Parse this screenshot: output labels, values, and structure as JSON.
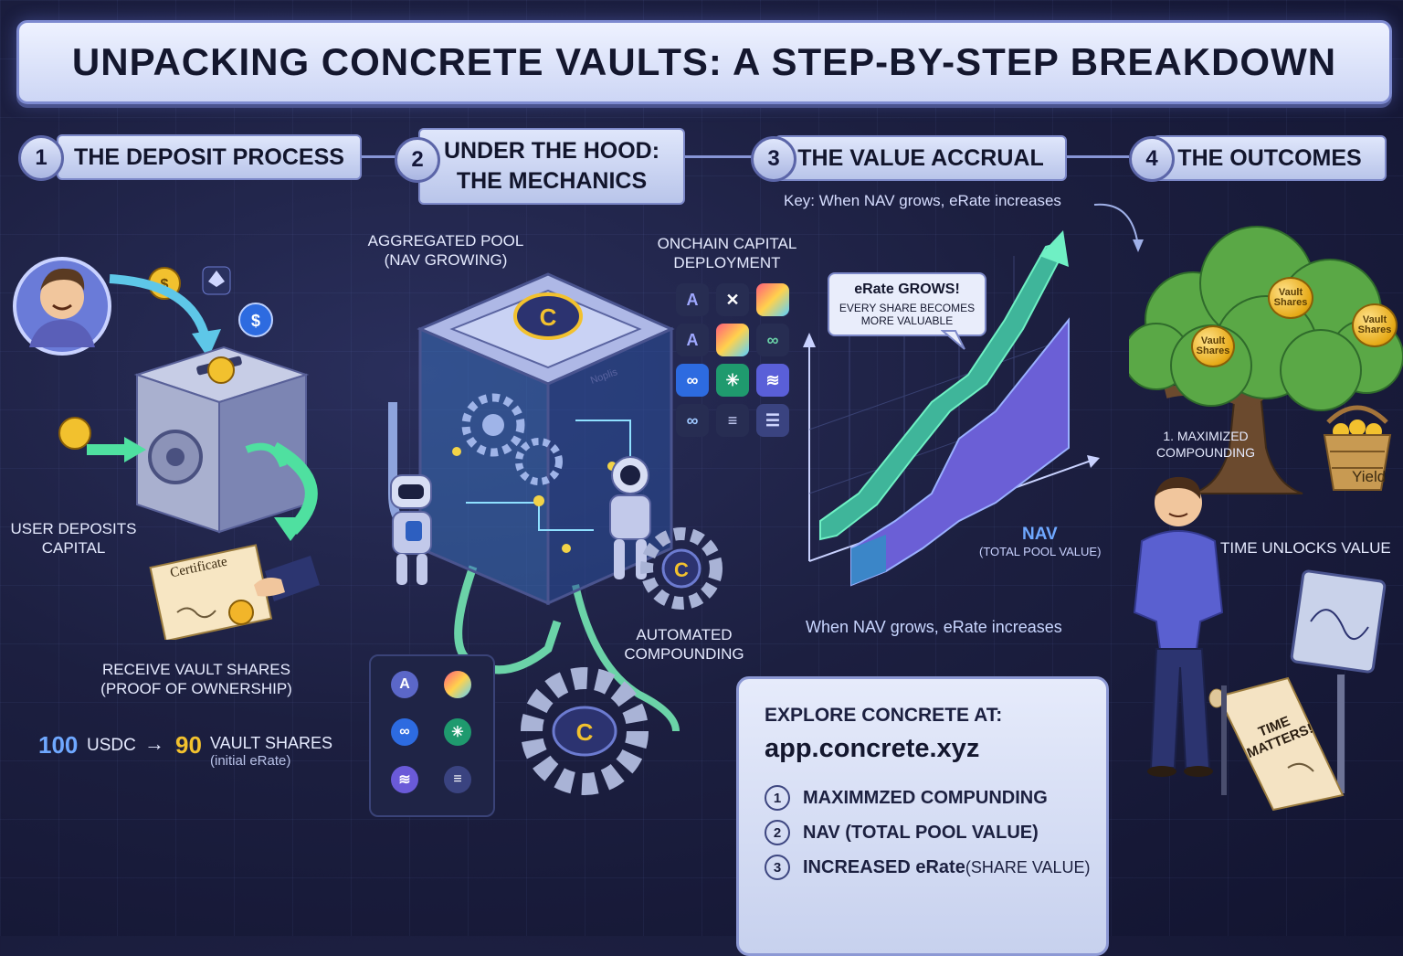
{
  "title": "UNPACKING CONCRETE VAULTS: A STEP-BY-STEP BREAKDOWN",
  "steps": [
    {
      "num": "1",
      "label": "THE DEPOSIT PROCESS"
    },
    {
      "num": "2",
      "label_line1": "UNDER THE HOOD:",
      "label_line2": "THE MECHANICS"
    },
    {
      "num": "3",
      "label": "THE VALUE ACCRUAL"
    },
    {
      "num": "4",
      "label": "THE OUTCOMES"
    }
  ],
  "deposit": {
    "user_caption_line1": "USER DEPOSITS",
    "user_caption_line2": "CAPITAL",
    "certificate_text": "Certificate",
    "receive_line1": "RECEIVE VAULT SHARES",
    "receive_line2": "(PROOF OF OWNERSHIP)",
    "amount_in": "100",
    "amount_in_unit": "USDC",
    "arrow": "→",
    "amount_out": "90",
    "amount_out_unit": "VAULT SHARES",
    "rate_note": "(initial eRate)"
  },
  "mechanics": {
    "pool_line1": "AGGREGATED POOL",
    "pool_line2": "(NAV GROWING)",
    "deploy_line1": "ONCHAIN CAPITAL",
    "deploy_line2": "DEPLOYMENT",
    "auto_line1": "AUTOMATED",
    "auto_line2": "COMPOUNDING",
    "vault_label": "Noplis"
  },
  "accrual": {
    "key_text": "Key: When NAV grows, eRate increases",
    "bubble_title": "eRate GROWS!",
    "bubble_line1": "EVERY SHARE BECOMES",
    "bubble_line2": "MORE VALUABLE",
    "nav_label": "NAV",
    "nav_sub": "(TOTAL POOL VALUE)",
    "caption": "When NAV grows, eRate increases"
  },
  "outcomes": {
    "coin_label_line1": "Vault",
    "coin_label_line2": "Shares",
    "basket_label": "Yield",
    "compounding_line1": "1. MAXIMIZED",
    "compounding_line2": "COMPOUNDING",
    "time_label": "TIME UNLOCKS VALUE",
    "scroll_line1": "TIME",
    "scroll_line2": "MATTERS!"
  },
  "explore": {
    "heading": "EXPLORE CONCRETE AT:",
    "url": "app.concrete.xyz",
    "items": [
      {
        "num": "1",
        "text": "MAXIMMZED COMPUNDING"
      },
      {
        "num": "2",
        "text": "NAV (TOTAL POOL VALUE)"
      },
      {
        "num": "3",
        "text_bold": "INCREASED eRate",
        "text_rest": " (SHARE VALUE)"
      }
    ]
  },
  "colors": {
    "background": "#1c1f40",
    "accent_green": "#4fe0a0",
    "accent_purple": "#8a5cf0",
    "gold": "#f2c12e",
    "number_blue": "#6fa8ff"
  },
  "icons": [
    "aave-icon",
    "x-icon",
    "rainbow-icon",
    "link-icon",
    "plant-icon",
    "swap-icon",
    "glasses-icon",
    "stack-icon",
    "layers-icon"
  ]
}
